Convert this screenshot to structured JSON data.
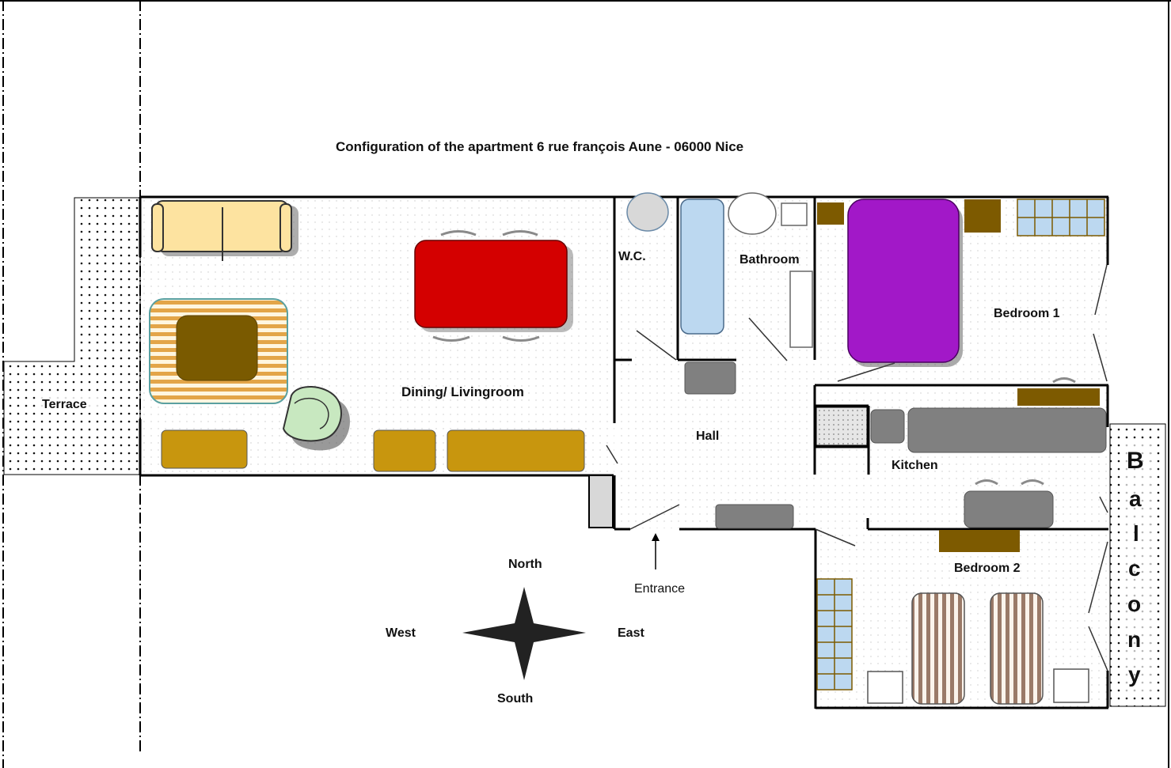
{
  "title": "Configuration of the apartment 6 rue françois Aune - 06000 Nice",
  "rooms": {
    "terrace": "Terrace",
    "dining_living": "Dining/ Livingroom",
    "wc": "W.C.",
    "bathroom": "Bathroom",
    "bedroom1": "Bedroom 1",
    "hall": "Hall",
    "kitchen": "Kitchen",
    "bedroom2": "Bedroom 2",
    "balcony": [
      "B",
      "a",
      "l",
      "c",
      "o",
      "n",
      "y"
    ]
  },
  "entrance": "Entrance",
  "compass": {
    "north": "North",
    "south": "South",
    "east": "East",
    "west": "West"
  },
  "colors": {
    "sofa": "#fde3a0",
    "dining_table": "#d40000",
    "rug_stripe": "#e3a548",
    "rug_center": "#7a5a00",
    "armchair": "#c8e8c0",
    "cabinet": "#c8960e",
    "bed_double": "#a218c8",
    "wood": "#7d5a00",
    "grey_furniture": "#808080",
    "bath": "#bcd8f0",
    "window_blue": "#bcd8f0"
  }
}
